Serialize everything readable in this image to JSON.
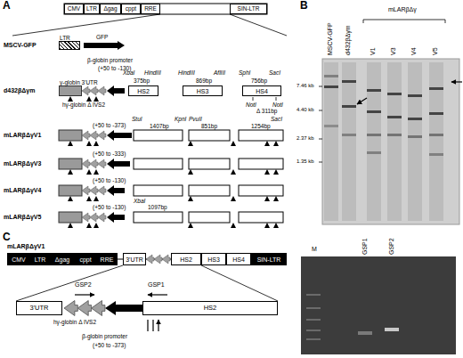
{
  "diagram": {
    "nodes": [
      {
        "text": [
          "CMV"
        ]
      },
      {
        "text": [
          "LTR"
        ]
      },
      {
        "text": [
          "Δgag"
        ]
      },
      {
        "text": [
          "cppt"
        ]
      },
      {
        "text": [
          "RRE"
        ]
      },
      {
        "text": [
          "SIN-LTR"
        ]
      },
      {
        "text": [
          "LTR"
        ]
      },
      {
        "text": [
          "γ-globin 3'UTR"
        ]
      },
      {
        "text": [
          "HS2"
        ]
      },
      {
        "text": [
          "HS3"
        ]
      },
      {
        "text": [
          "HS4"
        ]
      },
      {
        "text": [
          "CMV"
        ]
      },
      {
        "text": [
          "LTR"
        ]
      },
      {
        "text": [
          "Δgag"
        ]
      },
      {
        "text": [
          "cppt"
        ]
      },
      {
        "text": [
          "RRE"
        ]
      },
      {
        "text": [
          "3'UTR"
        ]
      },
      {
        "text": [
          "HS2"
        ]
      },
      {
        "text": [
          "HS3"
        ]
      },
      {
        "text": [
          "HS4"
        ]
      },
      {
        "text": [
          "SIN-LTR"
        ]
      },
      {
        "text": [
          "3'UTR"
        ]
      },
      {
        "text": [
          "HS2"
        ]
      }
    ],
    "labels": [
      "A",
      "MSCV-GFP",
      "GFP",
      "d432βΔγm",
      "β-globin promoter",
      "(+50 to -130)",
      "hγ-globin Δ IVS2",
      "XbaI",
      "HindIII",
      "375bp",
      "HindIII",
      "869bp",
      "AflIII",
      "SphI",
      "SacI",
      "756bp",
      "NotI",
      "Δ 311bp",
      "NotI",
      "mLARβΔγV1",
      "(+50 to -373)",
      "StuI",
      "1407bp",
      "KpnI",
      "PvuII",
      "851bp",
      "1254bp",
      "SacI",
      "mLARβΔγV3",
      "(+50 to -333)",
      "mLARβΔγV4",
      "(+50 to -130)",
      "mLARβΔγV5",
      "(+50 to -130)",
      "XbaI",
      "1097bp",
      "B",
      "MSCV-GFP",
      "d432βΔγm",
      "mLARβΔγ",
      "V1",
      "V3",
      "V4",
      "V5",
      "7.46 kb",
      "4.40 kb",
      "2.37 kb",
      "1.35 kb",
      "C",
      "mLARβΔγV1",
      "GSP2",
      "GSP1",
      "hγ-globin Δ IVS2",
      "β-globin promoter",
      "(+50 to -373)",
      "M",
      "GSP1",
      "GSP2"
    ]
  }
}
